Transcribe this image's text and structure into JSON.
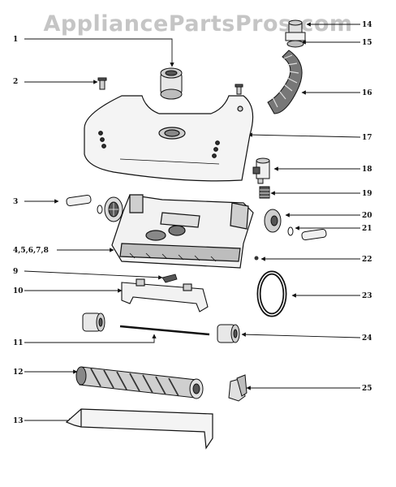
{
  "watermark": "AppliancePartsPros.com",
  "colors": {
    "ink": "#111111",
    "fill_light": "#f4f4f4",
    "fill_mid": "#cfcfcf",
    "fill_dark": "#555555",
    "watermark": "#969696"
  },
  "callouts": {
    "left": [
      "1",
      "2",
      "3",
      "4,5,6,7,8",
      "9",
      "10",
      "11",
      "12",
      "13"
    ],
    "right": [
      "14",
      "15",
      "16",
      "17",
      "18",
      "19",
      "20",
      "21",
      "22",
      "23",
      "24",
      "25"
    ]
  }
}
